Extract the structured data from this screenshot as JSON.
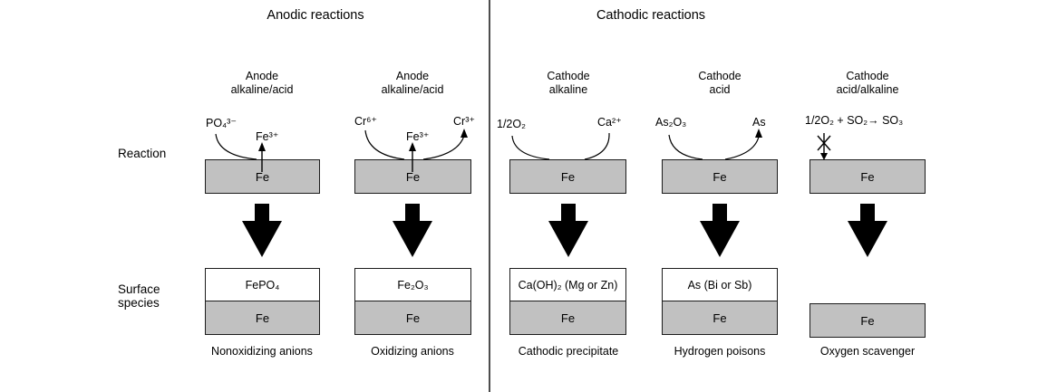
{
  "section_titles": {
    "anodic": "Anodic reactions",
    "cathodic": "Cathodic reactions"
  },
  "row_labels": {
    "reaction": "Reaction",
    "surface_line1": "Surface",
    "surface_line2": "species"
  },
  "columns": [
    {
      "header_line1": "Anode",
      "header_line2": "alkaline/acid",
      "incoming_species": "PO₄³⁻",
      "released_species": "Fe³⁺",
      "substrate": "Fe",
      "surface_layer": "FePO₄",
      "surface_substrate": "Fe",
      "caption": "Nonoxidizing anions"
    },
    {
      "header_line1": "Anode",
      "header_line2": "alkaline/acid",
      "incoming_species": "Cr⁶⁺",
      "released_species": "Fe³⁺",
      "byproduct_species": "Cr³⁺",
      "substrate": "Fe",
      "surface_layer": "Fe₂O₃",
      "surface_substrate": "Fe",
      "caption": "Oxidizing anions"
    },
    {
      "header_line1": "Cathode",
      "header_line2": "alkaline",
      "incoming_species": "1/2O₂",
      "byproduct_species": "Ca²⁺",
      "substrate": "Fe",
      "surface_layer": "Ca(OH)₂ (Mg or Zn)",
      "surface_substrate": "Fe",
      "caption": "Cathodic precipitate"
    },
    {
      "header_line1": "Cathode",
      "header_line2": "acid",
      "incoming_species": "As₂O₃",
      "byproduct_species": "As",
      "substrate": "Fe",
      "surface_layer": "As (Bi or Sb)",
      "surface_substrate": "Fe",
      "caption": "Hydrogen poisons"
    },
    {
      "header_line1": "Cathode",
      "header_line2": "acid/alkaline",
      "blocked_reaction": "1/2O₂ + SO₂→ SO₃",
      "substrate": "Fe",
      "surface_substrate": "Fe",
      "caption": "Oxygen scavenger"
    }
  ],
  "colors": {
    "substrate_fill": "#c1c1c1",
    "box_border": "#1c1c1c",
    "divider": "#4d4d4d",
    "ink": "#000000"
  }
}
